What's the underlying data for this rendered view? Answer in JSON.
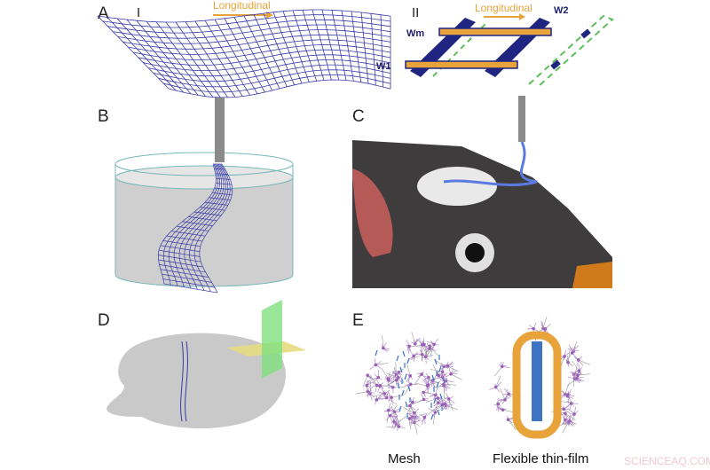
{
  "panels": {
    "a": {
      "label": "A",
      "sub_i": "I",
      "sub_ii": "II",
      "longitudinal_i": "Longitudinal",
      "longitudinal_ii": "Longitudinal",
      "w_m": "Wm",
      "w_1": "W1",
      "w_2": "W2"
    },
    "b": {
      "label": "B"
    },
    "c": {
      "label": "C"
    },
    "d": {
      "label": "D"
    },
    "e": {
      "label": "E",
      "caption_mesh": "Mesh",
      "caption_film": "Flexible thin-film"
    }
  },
  "watermark": "SCIENCEAQ.COM",
  "colors": {
    "mesh": "#3a3aa8",
    "orange": "#e8a33a",
    "navy": "#1f2580",
    "green": "#5cbf5c",
    "gray": "#b9b9b9"
  }
}
